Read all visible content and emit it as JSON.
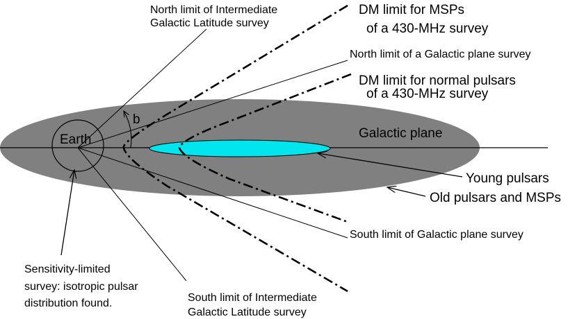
{
  "diagram": {
    "labels": {
      "earth": "Earth",
      "galactic_plane": "Galactic plane",
      "angle_b": "b",
      "north_intermediate_line1": "North limit of Intermediate",
      "north_intermediate_line2": "Galactic Latitude survey",
      "dm_msp_line1": "DM limit for MSPs",
      "dm_msp_line2": "of a 430-MHz survey",
      "north_plane": "North limit of a Galactic plane survey",
      "dm_normal_line1": "DM limit for normal pulsars",
      "dm_normal_line2": "of a 430-MHz survey",
      "young_pulsars": "Young pulsars",
      "old_pulsars": "Old pulsars and MSPs",
      "south_plane": "South limit of Galactic plane survey",
      "sensitivity_line1": "Sensitivity-limited",
      "sensitivity_line2": "survey: isotropic pulsar",
      "sensitivity_line3": "distribution found.",
      "south_intermediate_line1": "South limit of Intermediate",
      "south_intermediate_line2": "Galactic Latitude survey"
    },
    "colors": {
      "galactic_disk": "#808080",
      "young_pulsar_disk": "#00e5ee",
      "lines": "#000000"
    }
  }
}
